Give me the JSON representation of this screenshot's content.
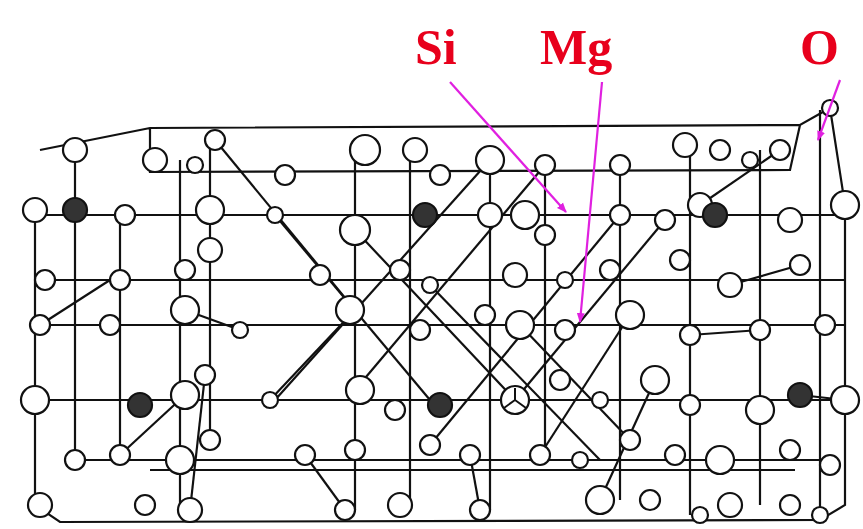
{
  "diagram": {
    "labels": [
      "Si",
      "Mg",
      "O"
    ]
  }
}
